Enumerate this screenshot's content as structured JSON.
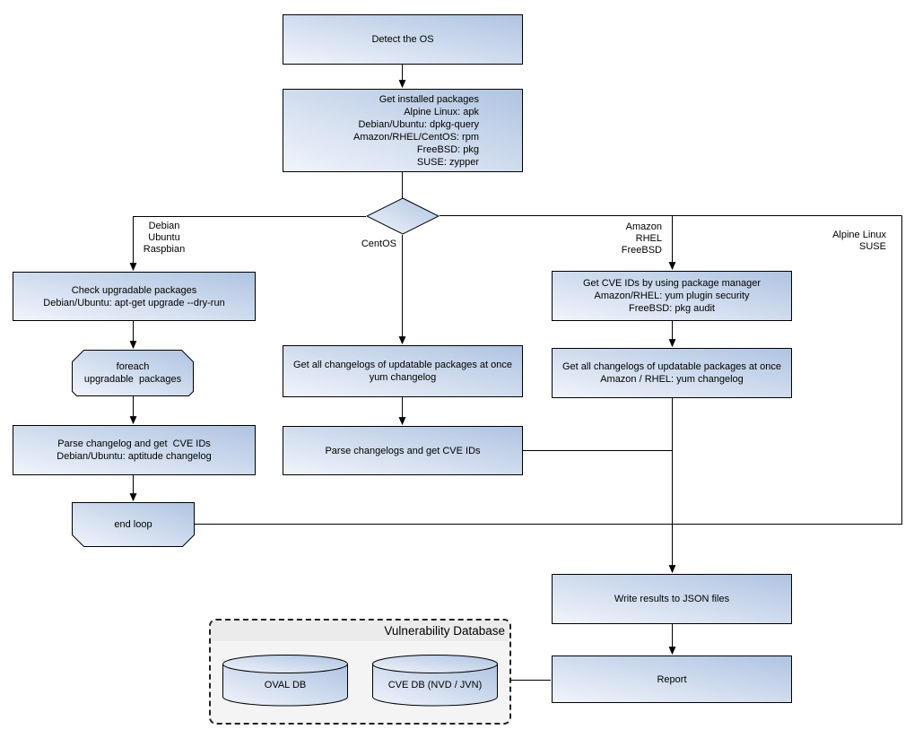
{
  "nodes": {
    "detect_os": "Detect the OS",
    "get_installed_packages": "Get installed packages\nAlpine Linux: apk\nDebian/Ubuntu: dpkg-query\nAmazon/RHEL/CentOS: rpm\nFreeBSD: pkg\nSUSE: zypper",
    "check_upgradable": "Check upgradable packages\nDebian/Ubuntu: apt-get upgrade --dry-run",
    "foreach_loop": "foreach\nupgradable  packages",
    "parse_changelog_debian": "Parse changelog and get  CVE IDs\nDebian/Ubuntu: aptitude changelog",
    "end_loop": "end loop",
    "get_changelogs_centos": "Get all changelogs of updatable packages at once\nyum changelog",
    "parse_changelogs_centos": "Parse changelogs and get CVE IDs",
    "get_cve_ids_pkg_mgr": "Get CVE IDs by using package manager\nAmazon/RHEL: yum plugin security\nFreeBSD: pkg audit",
    "get_changelogs_amazon": "Get all changelogs of updatable packages at once\nAmazon / RHEL: yum changelog",
    "write_results": "Write results to JSON files",
    "report": "Report"
  },
  "branch_labels": {
    "debian": "Debian\nUbuntu\nRaspbian",
    "centos": "CentOS",
    "amazon": "Amazon\nRHEL\nFreeBSD",
    "alpine": "Alpine Linux\nSUSE"
  },
  "database_panel": {
    "title": "Vulnerability Database",
    "cylinders": [
      {
        "label": "OVAL DB"
      },
      {
        "label": "CVE DB (NVD / JVN)"
      }
    ]
  },
  "colors": {
    "node_fill_light": "#f1f4fb",
    "node_fill_dark": "#afc4e1",
    "node_border": "#000000",
    "edge_line": "#000000",
    "db_panel_fill": "#f4f4f4",
    "db_panel_band": "#ebebeb",
    "text": "#000000"
  }
}
